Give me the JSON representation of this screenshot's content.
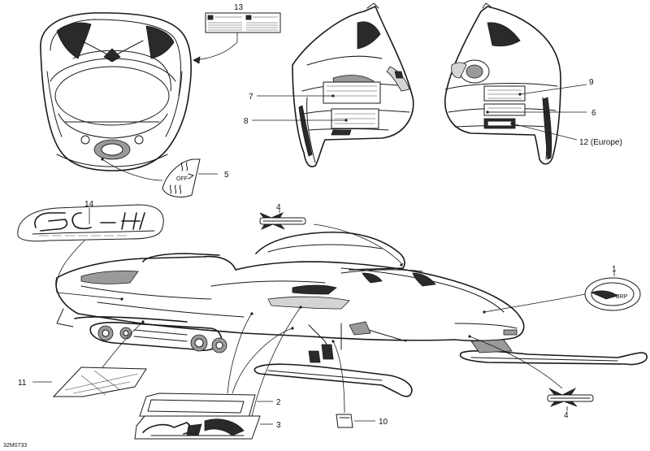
{
  "diagram": {
    "code": "32M0733",
    "callouts": [
      {
        "id": "c1",
        "label": "1"
      },
      {
        "id": "c2",
        "label": "2"
      },
      {
        "id": "c3",
        "label": "3"
      },
      {
        "id": "c4a",
        "label": "4"
      },
      {
        "id": "c4b",
        "label": "4"
      },
      {
        "id": "c5",
        "label": "5"
      },
      {
        "id": "c6",
        "label": "6"
      },
      {
        "id": "c7",
        "label": "7"
      },
      {
        "id": "c8",
        "label": "8"
      },
      {
        "id": "c9",
        "label": "9"
      },
      {
        "id": "c10",
        "label": "10"
      },
      {
        "id": "c11",
        "label": "11"
      },
      {
        "id": "c12",
        "label": "12 (Europe)"
      },
      {
        "id": "c13",
        "label": "13"
      },
      {
        "id": "c14",
        "label": "14"
      }
    ],
    "decal_text": {
      "heat_switch": "OFF",
      "brp_badge": "BRP"
    }
  }
}
